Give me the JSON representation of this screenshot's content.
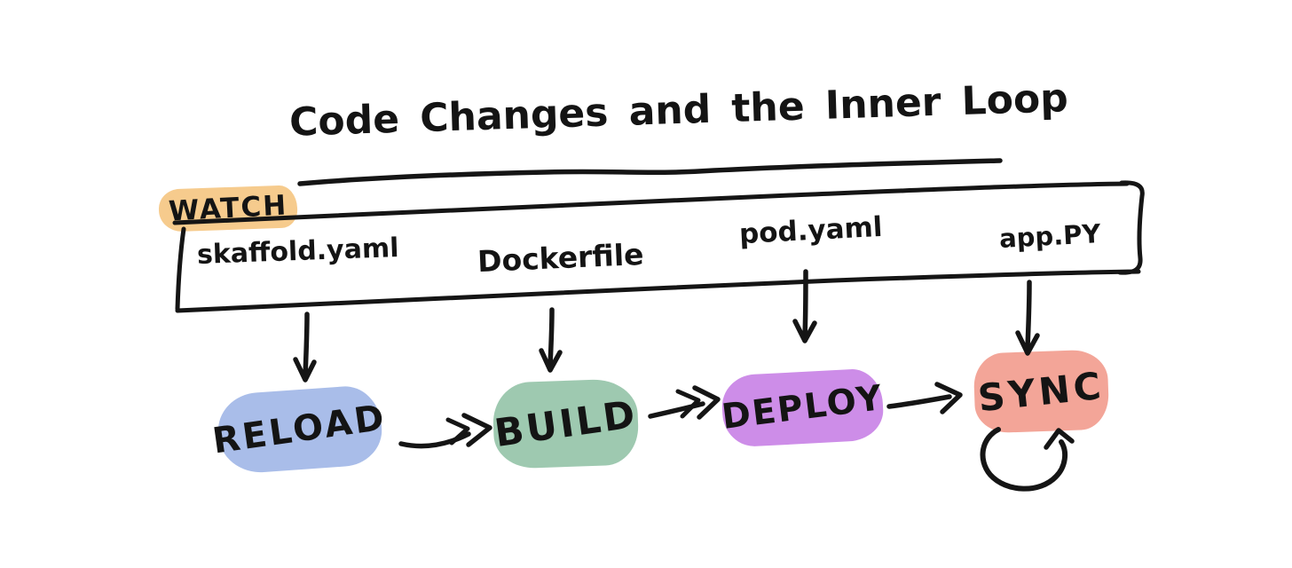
{
  "title": "Code Changes and the Inner Loop",
  "watch": {
    "label": "WATCH",
    "highlight_color": "#f6cb8d"
  },
  "files": [
    {
      "name": "skaffold.yaml"
    },
    {
      "name": "Dockerfile"
    },
    {
      "name": "pod.yaml"
    },
    {
      "name": "app.PY"
    }
  ],
  "steps": [
    {
      "label": "RELOAD",
      "color": "#a9bde9"
    },
    {
      "label": "BUILD",
      "color": "#9ec9b0"
    },
    {
      "label": "DEPLOY",
      "color": "#cd8de8"
    },
    {
      "label": "SYNC",
      "color": "#f3a598"
    }
  ],
  "flow": {
    "file_to_step": [
      [
        "skaffold.yaml",
        "RELOAD"
      ],
      [
        "Dockerfile",
        "BUILD"
      ],
      [
        "pod.yaml",
        "DEPLOY"
      ],
      [
        "app.PY",
        "SYNC"
      ]
    ],
    "sequence": [
      "RELOAD",
      "BUILD",
      "DEPLOY",
      "SYNC"
    ],
    "self_loop": "SYNC"
  },
  "ink_color": "#151515",
  "background_color": "#ffffff"
}
